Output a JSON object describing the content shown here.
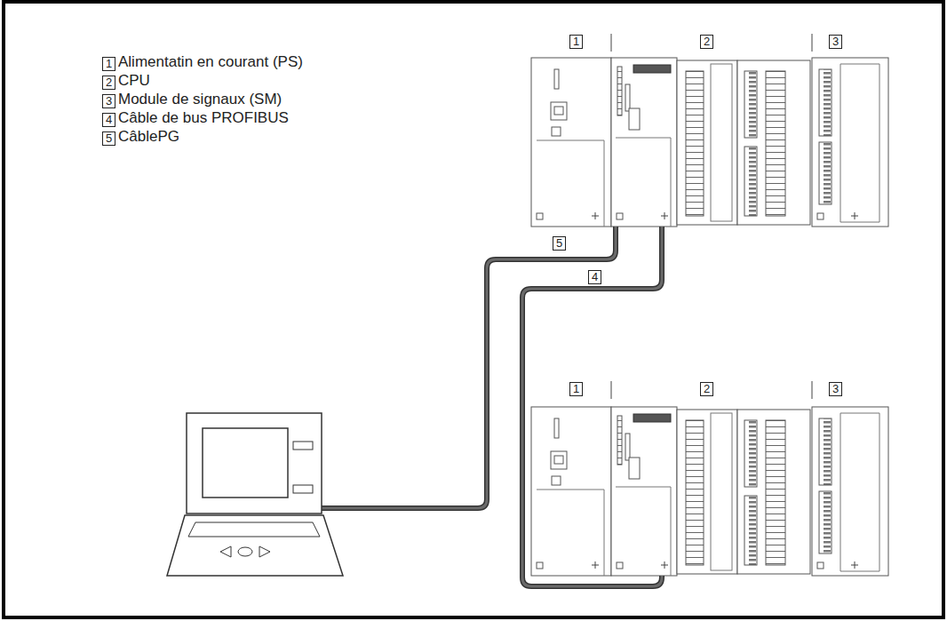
{
  "diagram": {
    "labels": [
      "1",
      "Alimentatin en courant (PS)",
      "2",
      "CPU",
      "3",
      "Module de signaux (SM)",
      "4",
      "Câble de bus PROFIBUS",
      "5",
      "CâblePG",
      "1",
      "2",
      "3",
      "5",
      "4",
      "1",
      "2",
      "3"
    ]
  }
}
